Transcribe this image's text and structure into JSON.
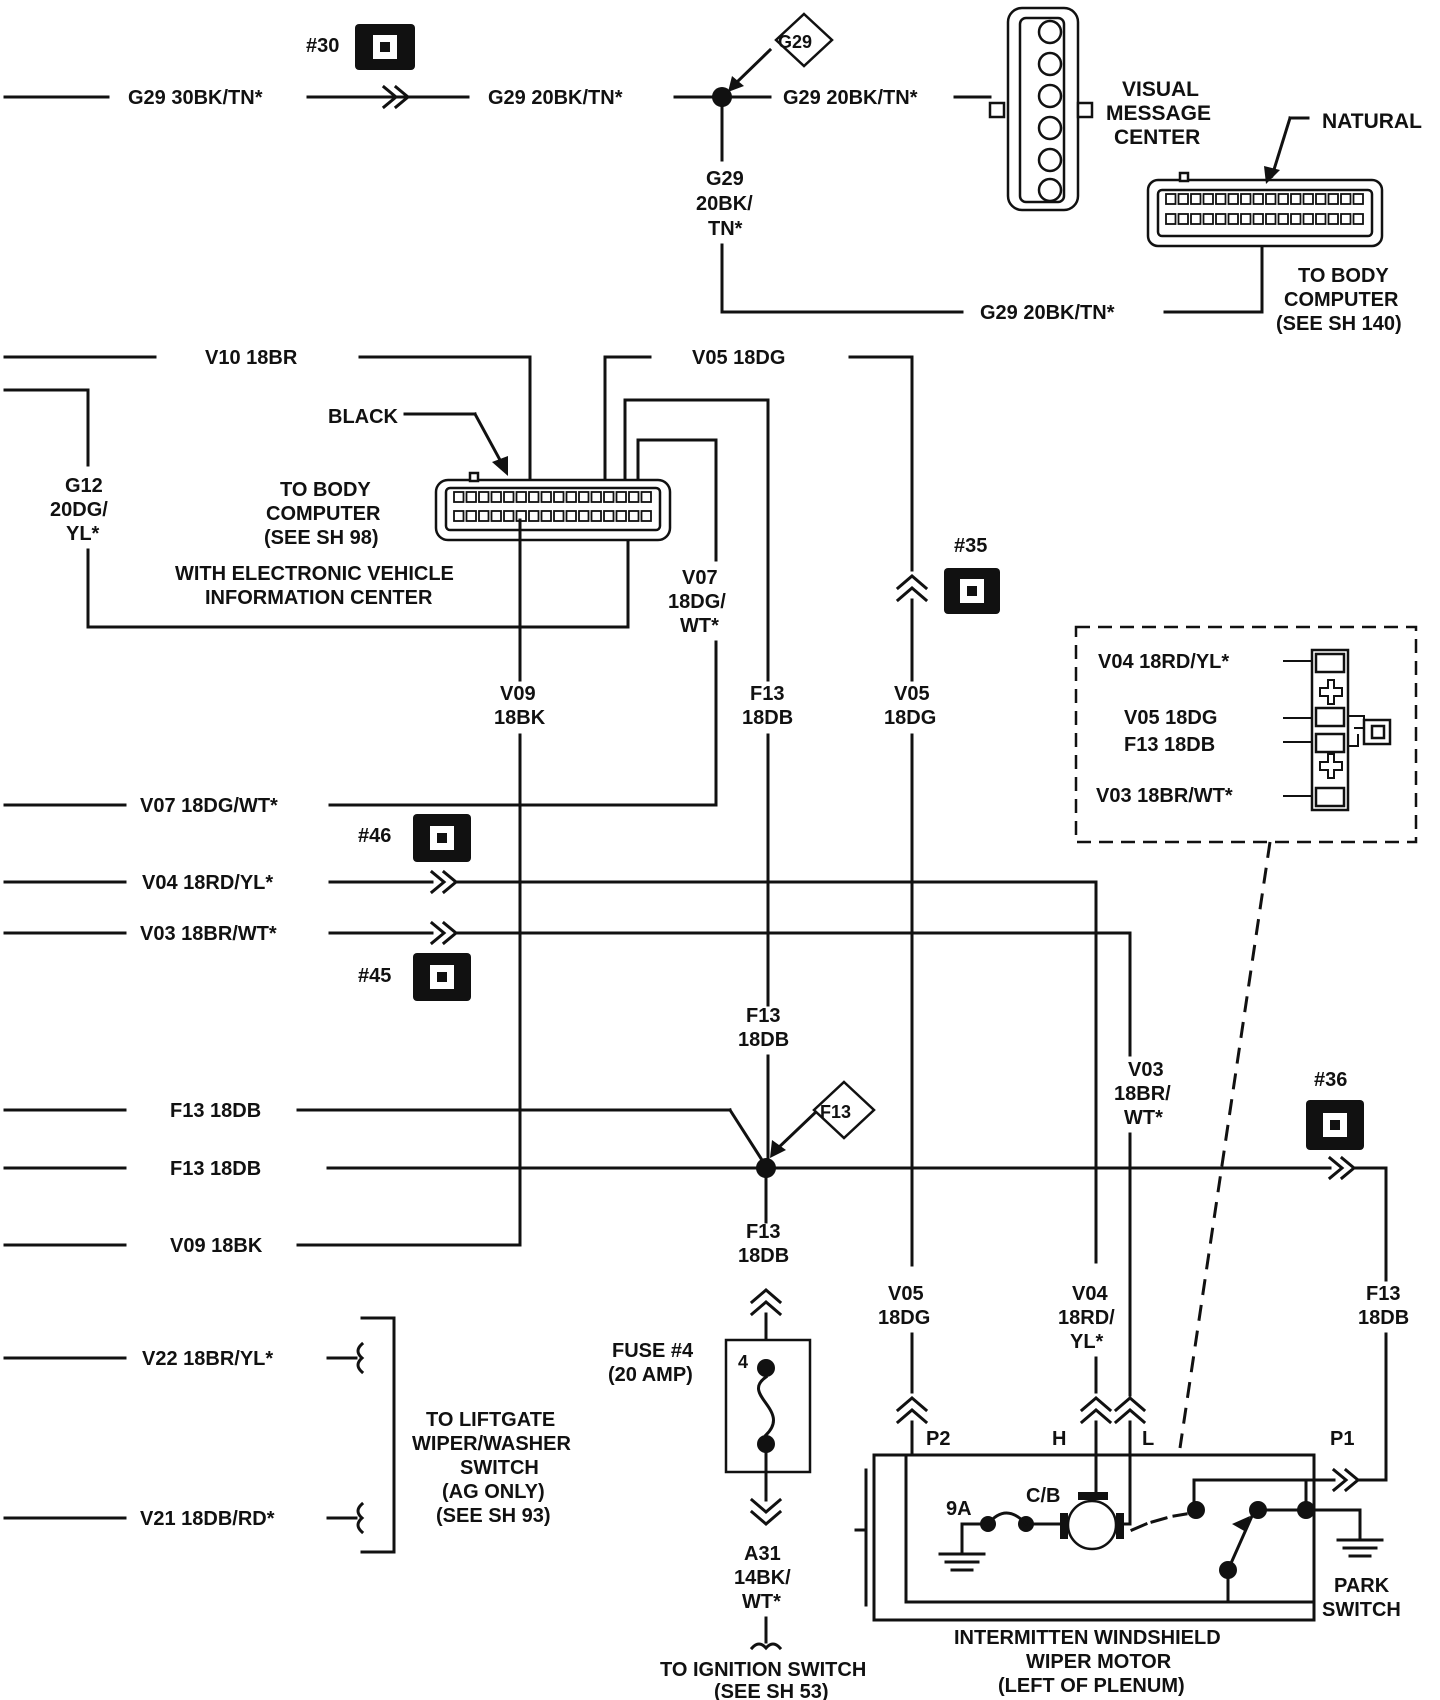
{
  "top": {
    "connector_30": "#30",
    "wire_left": "G29 30BK/TN*",
    "wire_mid": "G29 20BK/TN*",
    "wire_right": "G29 20BK/TN*",
    "splice_tag": "G29",
    "vertical_label": [
      "G29",
      "20BK/",
      "TN*"
    ],
    "bottom_wire": "G29 20BK/TN*",
    "vmc_label": [
      "VISUAL",
      "MESSAGE",
      "CENTER"
    ],
    "natural_label": "NATURAL",
    "body_computer_right": [
      "TO BODY",
      "COMPUTER",
      "(SEE SH 140)"
    ]
  },
  "mid": {
    "v10": "V10 18BR",
    "v05_top": "V05 18DG",
    "black_label": "BLACK",
    "g12": [
      "G12",
      "20DG/",
      "YL*"
    ],
    "body_computer_left": [
      "TO BODY",
      "COMPUTER",
      "(SEE SH 98)"
    ],
    "evic": [
      "WITH ELECTRONIC VEHICLE",
      "INFORMATION CENTER"
    ],
    "v07_vert": [
      "V07",
      "18DG/",
      "WT*"
    ],
    "connector_35": "#35",
    "v09_vert": [
      "V09",
      "18BK"
    ],
    "f13_vert_top": [
      "F13",
      "18DB"
    ],
    "v05_vert": [
      "V05",
      "18DG"
    ]
  },
  "inset": {
    "rows": [
      "V04 18RD/YL*",
      "V05 18DG",
      "F13 18DB",
      "V03 18BR/WT*"
    ]
  },
  "left_wires": {
    "v07": "V07 18DG/WT*",
    "v04": "V04 18RD/YL*",
    "v03": "V03 18BR/WT*",
    "connector_46": "#46",
    "connector_45": "#45",
    "f13_a": "F13 18DB",
    "f13_b": "F13 18DB",
    "v09": "V09 18BK",
    "v22": "V22 18BR/YL*",
    "v21": "V21 18DB/RD*"
  },
  "lower": {
    "f13_above_splice": [
      "F13",
      "18DB"
    ],
    "splice_tag": "F13",
    "v03_vert": [
      "V03",
      "18BR/",
      "WT*"
    ],
    "connector_36": "#36",
    "f13_below_splice": [
      "F13",
      "18DB"
    ],
    "v05_motor": [
      "V05",
      "18DG"
    ],
    "v04_motor": [
      "V04",
      "18RD/",
      "YL*"
    ],
    "f13_right": [
      "F13",
      "18DB"
    ],
    "fuse_label": [
      "FUSE #4",
      "(20 AMP)"
    ],
    "fuse_number": "4",
    "a31": [
      "A31",
      "14BK/",
      "WT*"
    ],
    "ignition": [
      "TO IGNITION SWITCH",
      "(SEE SH 53)"
    ],
    "liftgate": [
      "TO LIFTGATE",
      "WIPER/WASHER",
      "SWITCH",
      "(AG ONLY)",
      "(SEE SH 93)"
    ],
    "motor_label": [
      "INTERMITTEN WINDSHIELD",
      "WIPER MOTOR",
      "(LEFT OF PLENUM)"
    ],
    "park_switch": [
      "PARK",
      "SWITCH"
    ],
    "pin_p2": "P2",
    "pin_h": "H",
    "pin_l": "L",
    "pin_p1": "P1",
    "pin_9a": "9A",
    "pin_cb": "C/B"
  }
}
